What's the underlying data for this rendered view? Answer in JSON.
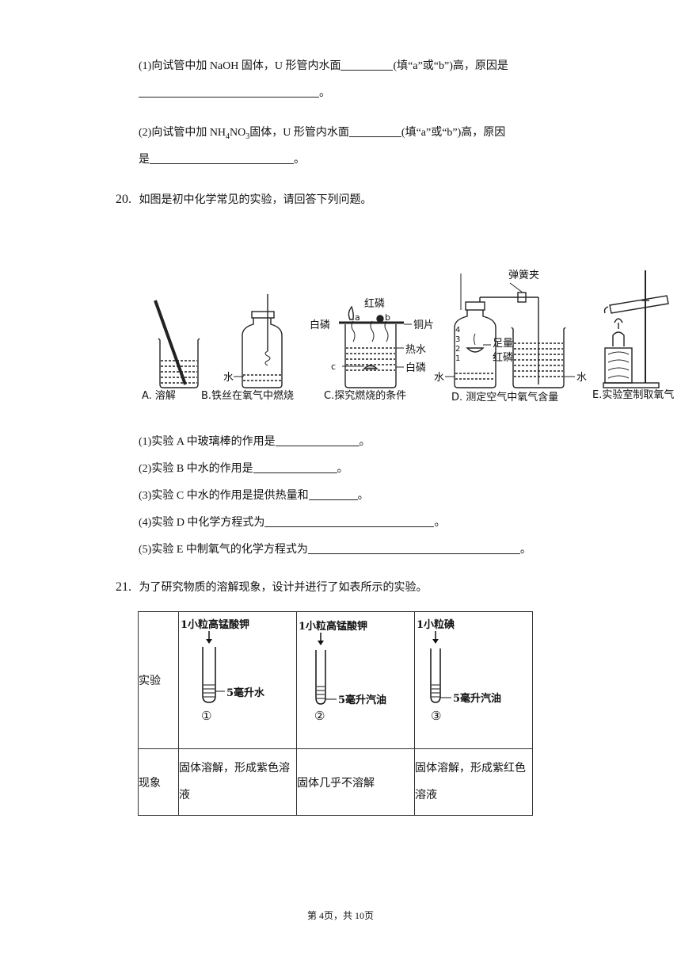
{
  "q19": {
    "p1_a": "(1)向试管中加 NaOH 固体，U 形管内水面",
    "p1_b": "(填“a”或“b”)高，原因是",
    "p1_end": "。",
    "p2_a": "(2)向试管中加 NH",
    "p2_sub1": "4",
    "p2_mid": "NO",
    "p2_sub2": "3",
    "p2_b": "固体，U 形管内水面",
    "p2_c": "(填“a”或“b”)高，原因",
    "p2_d": "是",
    "p2_end": "。"
  },
  "q20": {
    "number": "20.",
    "stem": "如图是初中化学常见的实验，请回答下列问题。",
    "figure": {
      "captions": [
        "A.   溶解",
        "B.铁丝在氧气中燃烧",
        "C.探究燃烧的条件",
        "D. 测定空气中氧气含量",
        "E.实验室制取氧气"
      ],
      "labels": {
        "water_b": "水",
        "red_p_top": "红磷",
        "white_p_left": "白磷",
        "a": "a",
        "b": "b",
        "copper": "铜片",
        "hot_water": "热水",
        "white_p_bottom": "白磷",
        "c": "c",
        "spring_clip": "弹簧夹",
        "excess": "足量",
        "red_p_d": "红磷",
        "water_d_left": "水",
        "water_d_right": "水",
        "scale": [
          "4",
          "3",
          "2",
          "1"
        ]
      }
    },
    "items": [
      {
        "text": "(1)实验 A 中玻璃棒的作用是",
        "end": "。"
      },
      {
        "text": "(2)实验 B 中水的作用是",
        "end": "。"
      },
      {
        "text": "(3)实验 C 中水的作用是提供热量和",
        "end": "。"
      },
      {
        "text": "(4)实验 D 中化学方程式为",
        "end": "。"
      },
      {
        "text": "(5)实验 E 中制氧气的化学方程式为",
        "end": "。"
      }
    ]
  },
  "q21": {
    "number": "21.",
    "stem": "为了研究物质的溶解现象，设计并进行了如表所示的实验。",
    "row1_header": "实验",
    "row2_header": "现象",
    "experiments": [
      {
        "solute": "1小粒高锰酸钾",
        "solvent": "5毫升水",
        "index": "①",
        "phenomenon_l1": "固体溶解，形成紫色溶",
        "phenomenon_l2": "液"
      },
      {
        "solute": "1小粒高锰酸钾",
        "solvent": "5毫升汽油",
        "index": "②",
        "phenomenon_l1": "固体几乎不溶解",
        "phenomenon_l2": ""
      },
      {
        "solute": "1小粒碘",
        "solvent": "5毫升汽油",
        "index": "③",
        "phenomenon_l1": "固体溶解，形成紫红色",
        "phenomenon_l2": "溶液"
      }
    ]
  },
  "footer": "第 4页，共 10页"
}
